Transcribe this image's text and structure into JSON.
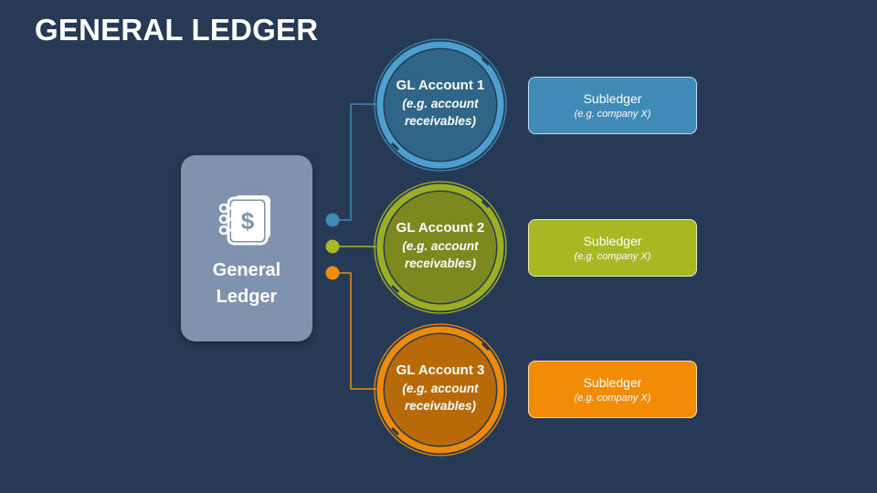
{
  "title": "GENERAL LEDGER",
  "ledger": {
    "label": "General\nLedger",
    "icon": "ledger-book-dollar-icon"
  },
  "colors": {
    "background": "#263a55",
    "ledger_box": "#7f93af",
    "blue": "#3f8ab7",
    "green": "#a8b823",
    "orange": "#f28c06"
  },
  "accounts": [
    {
      "title": "GL Account 1",
      "example": "(e.g. account receivables)",
      "subledger": "Subledger",
      "subledger_example": "(e.g. company X)"
    },
    {
      "title": "GL Account 2",
      "example": "(e.g. account receivables)",
      "subledger": "Subledger",
      "subledger_example": "(e.g. company X)"
    },
    {
      "title": "GL Account 3",
      "example": "(e.g. account receivables)",
      "subledger": "Subledger",
      "subledger_example": "(e.g. company X)"
    }
  ]
}
